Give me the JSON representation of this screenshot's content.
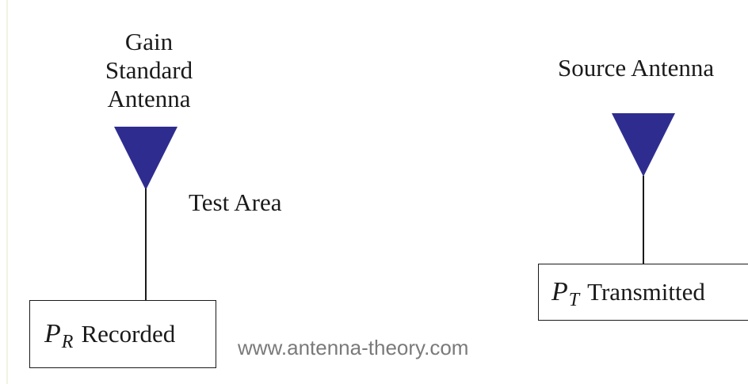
{
  "gain_standard_antenna": {
    "label_lines": [
      "Gain",
      "Standard",
      "Antenna"
    ],
    "color": "#2e2d8f"
  },
  "test_area": {
    "label": "Test Area"
  },
  "source_antenna": {
    "label": "Source Antenna",
    "color": "#2e2d8f"
  },
  "recorded_box": {
    "symbol": "P",
    "subscript": "R",
    "text": "Recorded"
  },
  "transmitted_box": {
    "symbol": "P",
    "subscript": "T",
    "text": "Transmitted"
  },
  "watermark": "www.antenna-theory.com"
}
